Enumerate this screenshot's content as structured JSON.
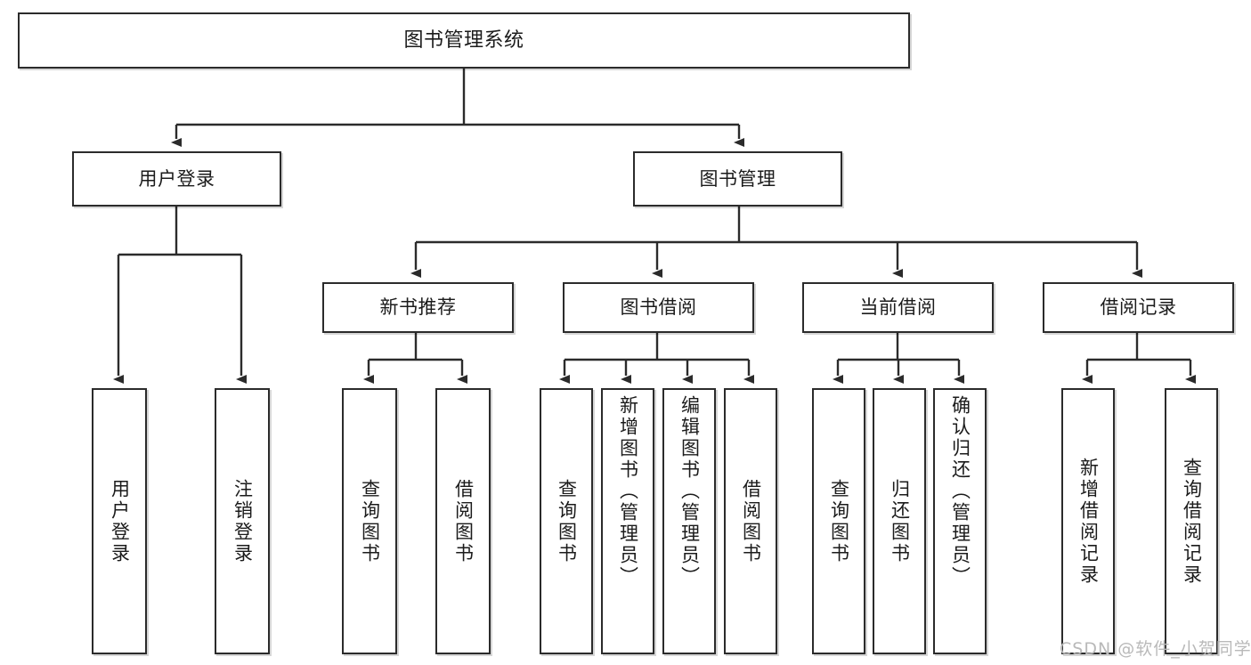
{
  "diagram": {
    "title": "图书管理系统",
    "type": "tree-hierarchy",
    "orientation": "top-down",
    "style": {
      "box_fill": "#ffffff",
      "box_stroke": "#2b2b2b",
      "connector_stroke": "#2b2b2b",
      "text_color": "#1b1b1b",
      "background": "#ffffff",
      "watermark_color": "#b9b9b9"
    },
    "levels": [
      {
        "level": 1,
        "nodes": [
          {
            "id": "root",
            "label": "图书管理系统",
            "text_orientation": "horizontal"
          }
        ]
      },
      {
        "level": 2,
        "nodes": [
          {
            "id": "login",
            "label": "用户登录",
            "parent": "root",
            "text_orientation": "horizontal"
          },
          {
            "id": "bookmgmt",
            "label": "图书管理",
            "parent": "root",
            "text_orientation": "horizontal"
          }
        ]
      },
      {
        "level": 3,
        "nodes": [
          {
            "id": "newbook",
            "label": "新书推荐",
            "parent": "bookmgmt",
            "text_orientation": "horizontal"
          },
          {
            "id": "borrow",
            "label": "图书借阅",
            "parent": "bookmgmt",
            "text_orientation": "horizontal"
          },
          {
            "id": "current",
            "label": "当前借阅",
            "parent": "bookmgmt",
            "text_orientation": "horizontal"
          },
          {
            "id": "records",
            "label": "借阅记录",
            "parent": "bookmgmt",
            "text_orientation": "horizontal"
          }
        ]
      },
      {
        "level": 4,
        "nodes": [
          {
            "id": "leaf1",
            "label": "用户登录",
            "parent": "login",
            "text_orientation": "vertical"
          },
          {
            "id": "leaf2",
            "label": "注销登录",
            "parent": "login",
            "text_orientation": "vertical"
          },
          {
            "id": "leaf3",
            "label": "查询图书",
            "parent": "newbook",
            "text_orientation": "vertical"
          },
          {
            "id": "leaf4",
            "label": "借阅图书",
            "parent": "newbook",
            "text_orientation": "vertical"
          },
          {
            "id": "leaf5",
            "label": "查询图书",
            "parent": "borrow",
            "text_orientation": "vertical"
          },
          {
            "id": "leaf6",
            "label": "新增图书（管理员）",
            "parent": "borrow",
            "text_orientation": "vertical"
          },
          {
            "id": "leaf7",
            "label": "编辑图书（管理员）",
            "parent": "borrow",
            "text_orientation": "vertical"
          },
          {
            "id": "leaf8",
            "label": "借阅图书",
            "parent": "borrow",
            "text_orientation": "vertical"
          },
          {
            "id": "leaf9",
            "label": "查询图书",
            "parent": "current",
            "text_orientation": "vertical"
          },
          {
            "id": "leaf10",
            "label": "归还图书",
            "parent": "current",
            "text_orientation": "vertical"
          },
          {
            "id": "leaf11",
            "label": "确认归还（管理员）",
            "parent": "current",
            "text_orientation": "vertical"
          },
          {
            "id": "leaf12",
            "label": "新增借阅记录",
            "parent": "records",
            "text_orientation": "vertical"
          },
          {
            "id": "leaf13",
            "label": "查询借阅记录",
            "parent": "records",
            "text_orientation": "vertical"
          }
        ]
      }
    ]
  },
  "watermark": {
    "text": "CSDN @软件_小贺同学"
  }
}
